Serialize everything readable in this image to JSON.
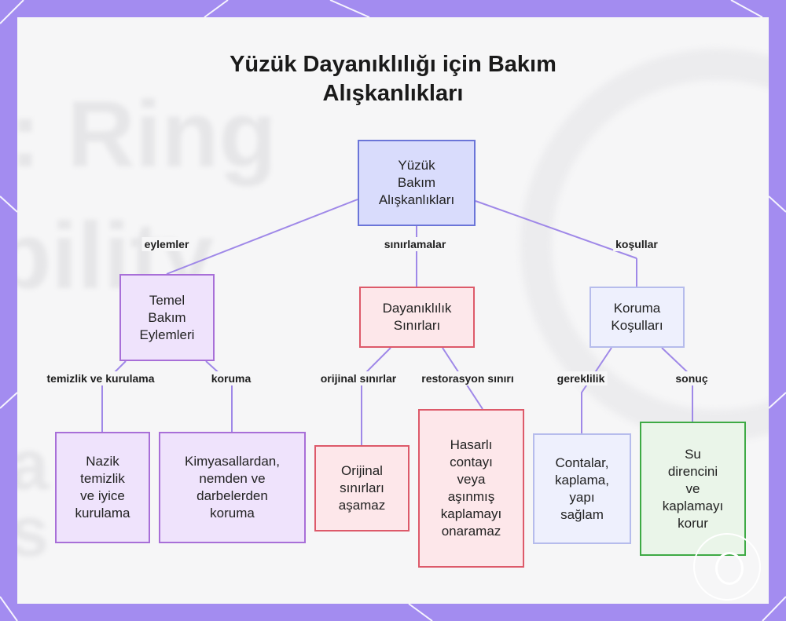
{
  "title": {
    "line1": "Yüzük Dayanıklılığı için Bakım",
    "line2": "Alışkanlıkları"
  },
  "nodes": {
    "root": "Yüzük\nBakım\nAlışkanlıkları",
    "basic_care": "Temel\nBakım\nEylemleri",
    "durability_limits": "Dayanıklılık\nSınırları",
    "protection_conditions": "Koruma\nKoşulları",
    "gentle_cleaning": "Nazik\ntemizlik\nve iyice\nkurulama",
    "chemical_protection": "Kimyasallardan,\nnemden ve\ndarbelerden\nkoruma",
    "original_limits": "Orijinal\nsınırları\naşamaz",
    "no_restore": "Hasarlı\ncontayı\nveya\naşınmış\nkaplamayı\nonaramaz",
    "requirements": "Contalar,\nkaplama,\nyapı\nsağlam",
    "result": "Su\ndirencini\nve\nkaplamayı\nkorur"
  },
  "edge_labels": {
    "eylemler": "eylemler",
    "sinirlamalar": "sınırlamalar",
    "kosullar": "koşullar",
    "temizlik": "temizlik ve kurulama",
    "koruma": "koruma",
    "orijinal": "orijinal sınırlar",
    "restorasyon": "restorasyon sınırı",
    "gereklilik": "gereklilik",
    "sonuc": "sonuç"
  },
  "background_text": [
    ": Ring",
    "bility",
    "a",
    "s"
  ]
}
